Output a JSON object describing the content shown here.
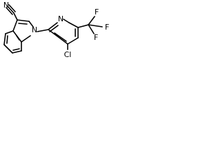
{
  "molecule": {
    "atoms": {
      "nitrile_n": "N",
      "indole_n": "N",
      "pyridine_n": "N",
      "chlorine": "Cl",
      "cf3_f_top": "F",
      "cf3_f_right": "F",
      "cf3_f_bottom": "F"
    }
  }
}
